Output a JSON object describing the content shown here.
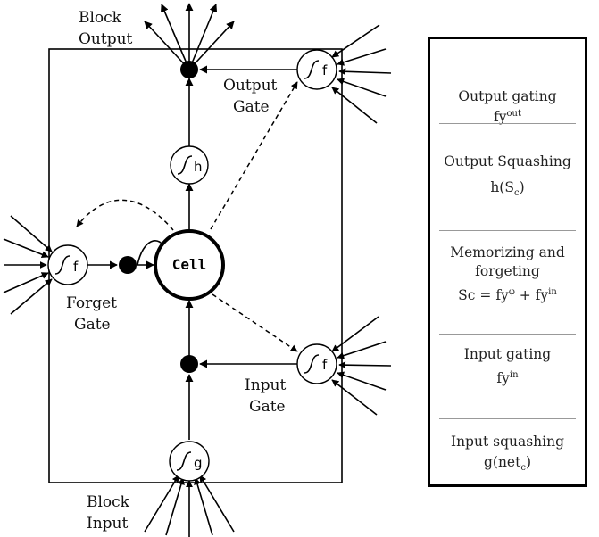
{
  "labels": {
    "block_output": [
      "Block",
      "Output"
    ],
    "output_gate": [
      "Output",
      "Gate"
    ],
    "forget_gate": [
      "Forget",
      "Gate"
    ],
    "input_gate": [
      "Input",
      "Gate"
    ],
    "block_input": [
      "Block",
      "Input"
    ],
    "cell": "Cell",
    "gate_letters": {
      "output": "f",
      "forget": "f",
      "input": "f",
      "h": "h",
      "g": "g"
    }
  },
  "legend": [
    {
      "title": "Output gating",
      "fn": "fy",
      "sup": "out"
    },
    {
      "title": "Output Squashing",
      "fn": "h(S",
      "sub": "c",
      "tail": ")"
    },
    {
      "title": "Memorizing and",
      "title2": "forgeting",
      "formula": "Sc = fy",
      "sup1": "φ",
      "mid": " + fy",
      "sup2": "in"
    },
    {
      "title": "Input gating",
      "fn": "fy",
      "sup": "in"
    },
    {
      "title": "Input squashing",
      "fn": "g(net",
      "sub": "c",
      "tail": ")"
    }
  ]
}
